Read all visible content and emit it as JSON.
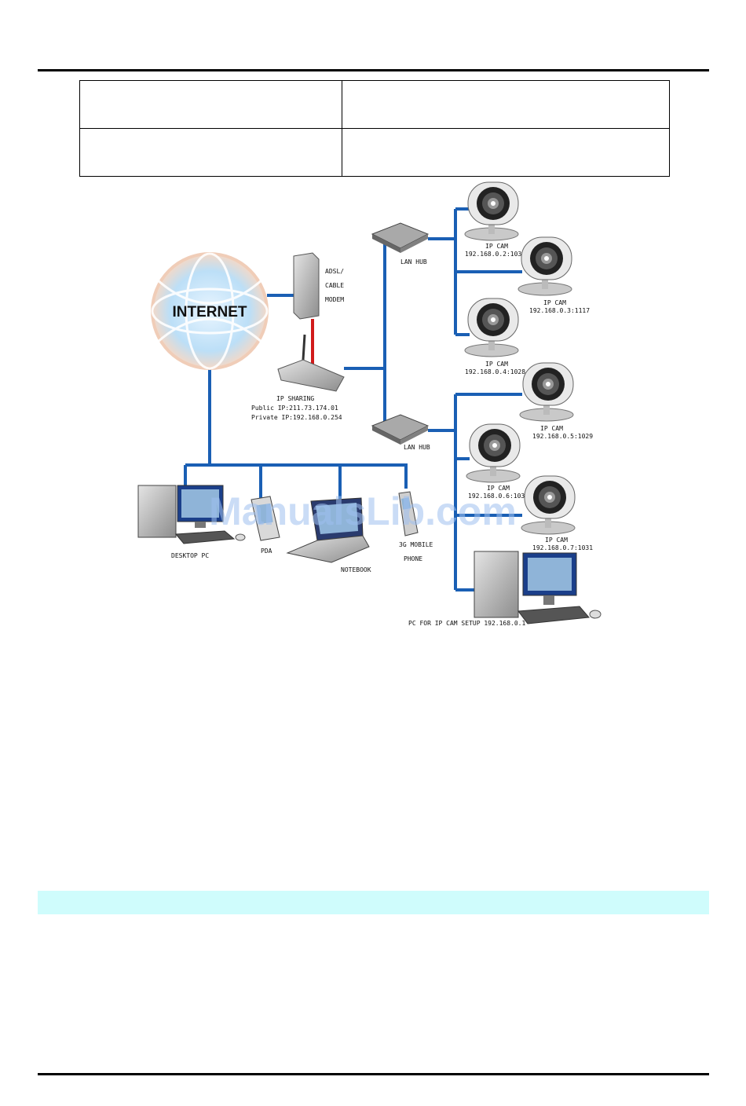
{
  "table": {
    "rows": [
      [
        "",
        ""
      ],
      [
        "",
        ""
      ]
    ]
  },
  "diagram": {
    "internet": "INTERNET",
    "modem": [
      "ADSL/",
      "CABLE",
      "MODEM"
    ],
    "router": [
      "IP SHARING",
      "Public IP:211.73.174.01",
      "Private IP:192.168.0.254"
    ],
    "hub_top": "LAN HUB",
    "hub_bottom": "LAN HUB",
    "cams": [
      [
        "IP CAM",
        "192.168.0.2:1036"
      ],
      [
        "IP CAM",
        "192.168.0.3:1117"
      ],
      [
        "IP CAM",
        "192.168.0.4:1028"
      ],
      [
        "IP CAM",
        "192.168.0.5:1029"
      ],
      [
        "IP CAM",
        "192.168.0.6:1030"
      ],
      [
        "IP CAM",
        "192.168.0.7:1031"
      ]
    ],
    "desktop_pc": "DESKTOP PC",
    "pda": "PDA",
    "notebook": "NOTEBOOK",
    "phone": [
      "3G MOBILE",
      "PHONE"
    ],
    "setup_pc": "PC FOR IP CAM SETUP 192.168.0.1"
  },
  "watermark": "ManualsLib.com",
  "colors": {
    "link": "#1a5fb4",
    "modem_link": "#d11a1a",
    "band": "#cffcfc"
  }
}
